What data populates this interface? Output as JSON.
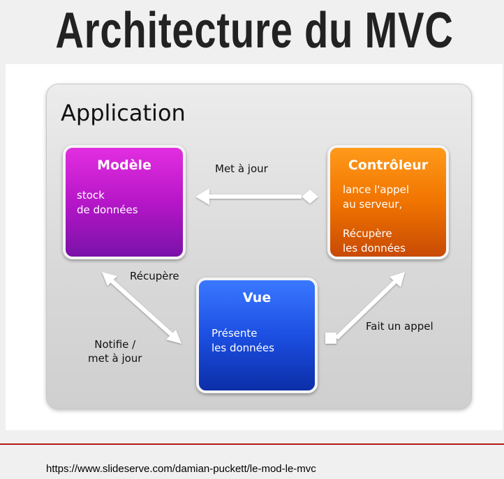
{
  "title": "Architecture du MVC",
  "diagram": {
    "container_label": "Application",
    "nodes": {
      "modele": {
        "title": "Modèle",
        "body": "stock\nde données"
      },
      "controleur": {
        "title": "Contrôleur",
        "body": "lance l'appel\nau serveur,\n\nRécupère\nles données"
      },
      "vue": {
        "title": "Vue",
        "body": "Présente\nles données"
      }
    },
    "edges": {
      "met_a_jour": "Met à jour",
      "recupere": "Récupère",
      "notifie": "Notifie /\nmet à jour",
      "fait_un_appel": "Fait un appel"
    },
    "colors": {
      "modele": "#c21ad0",
      "controleur": "#f07400",
      "vue": "#1c4fe2",
      "arrow": "#ffffff"
    }
  },
  "source_url": "https://www.slideserve.com/damian-puckett/le-mod-le-mvc"
}
